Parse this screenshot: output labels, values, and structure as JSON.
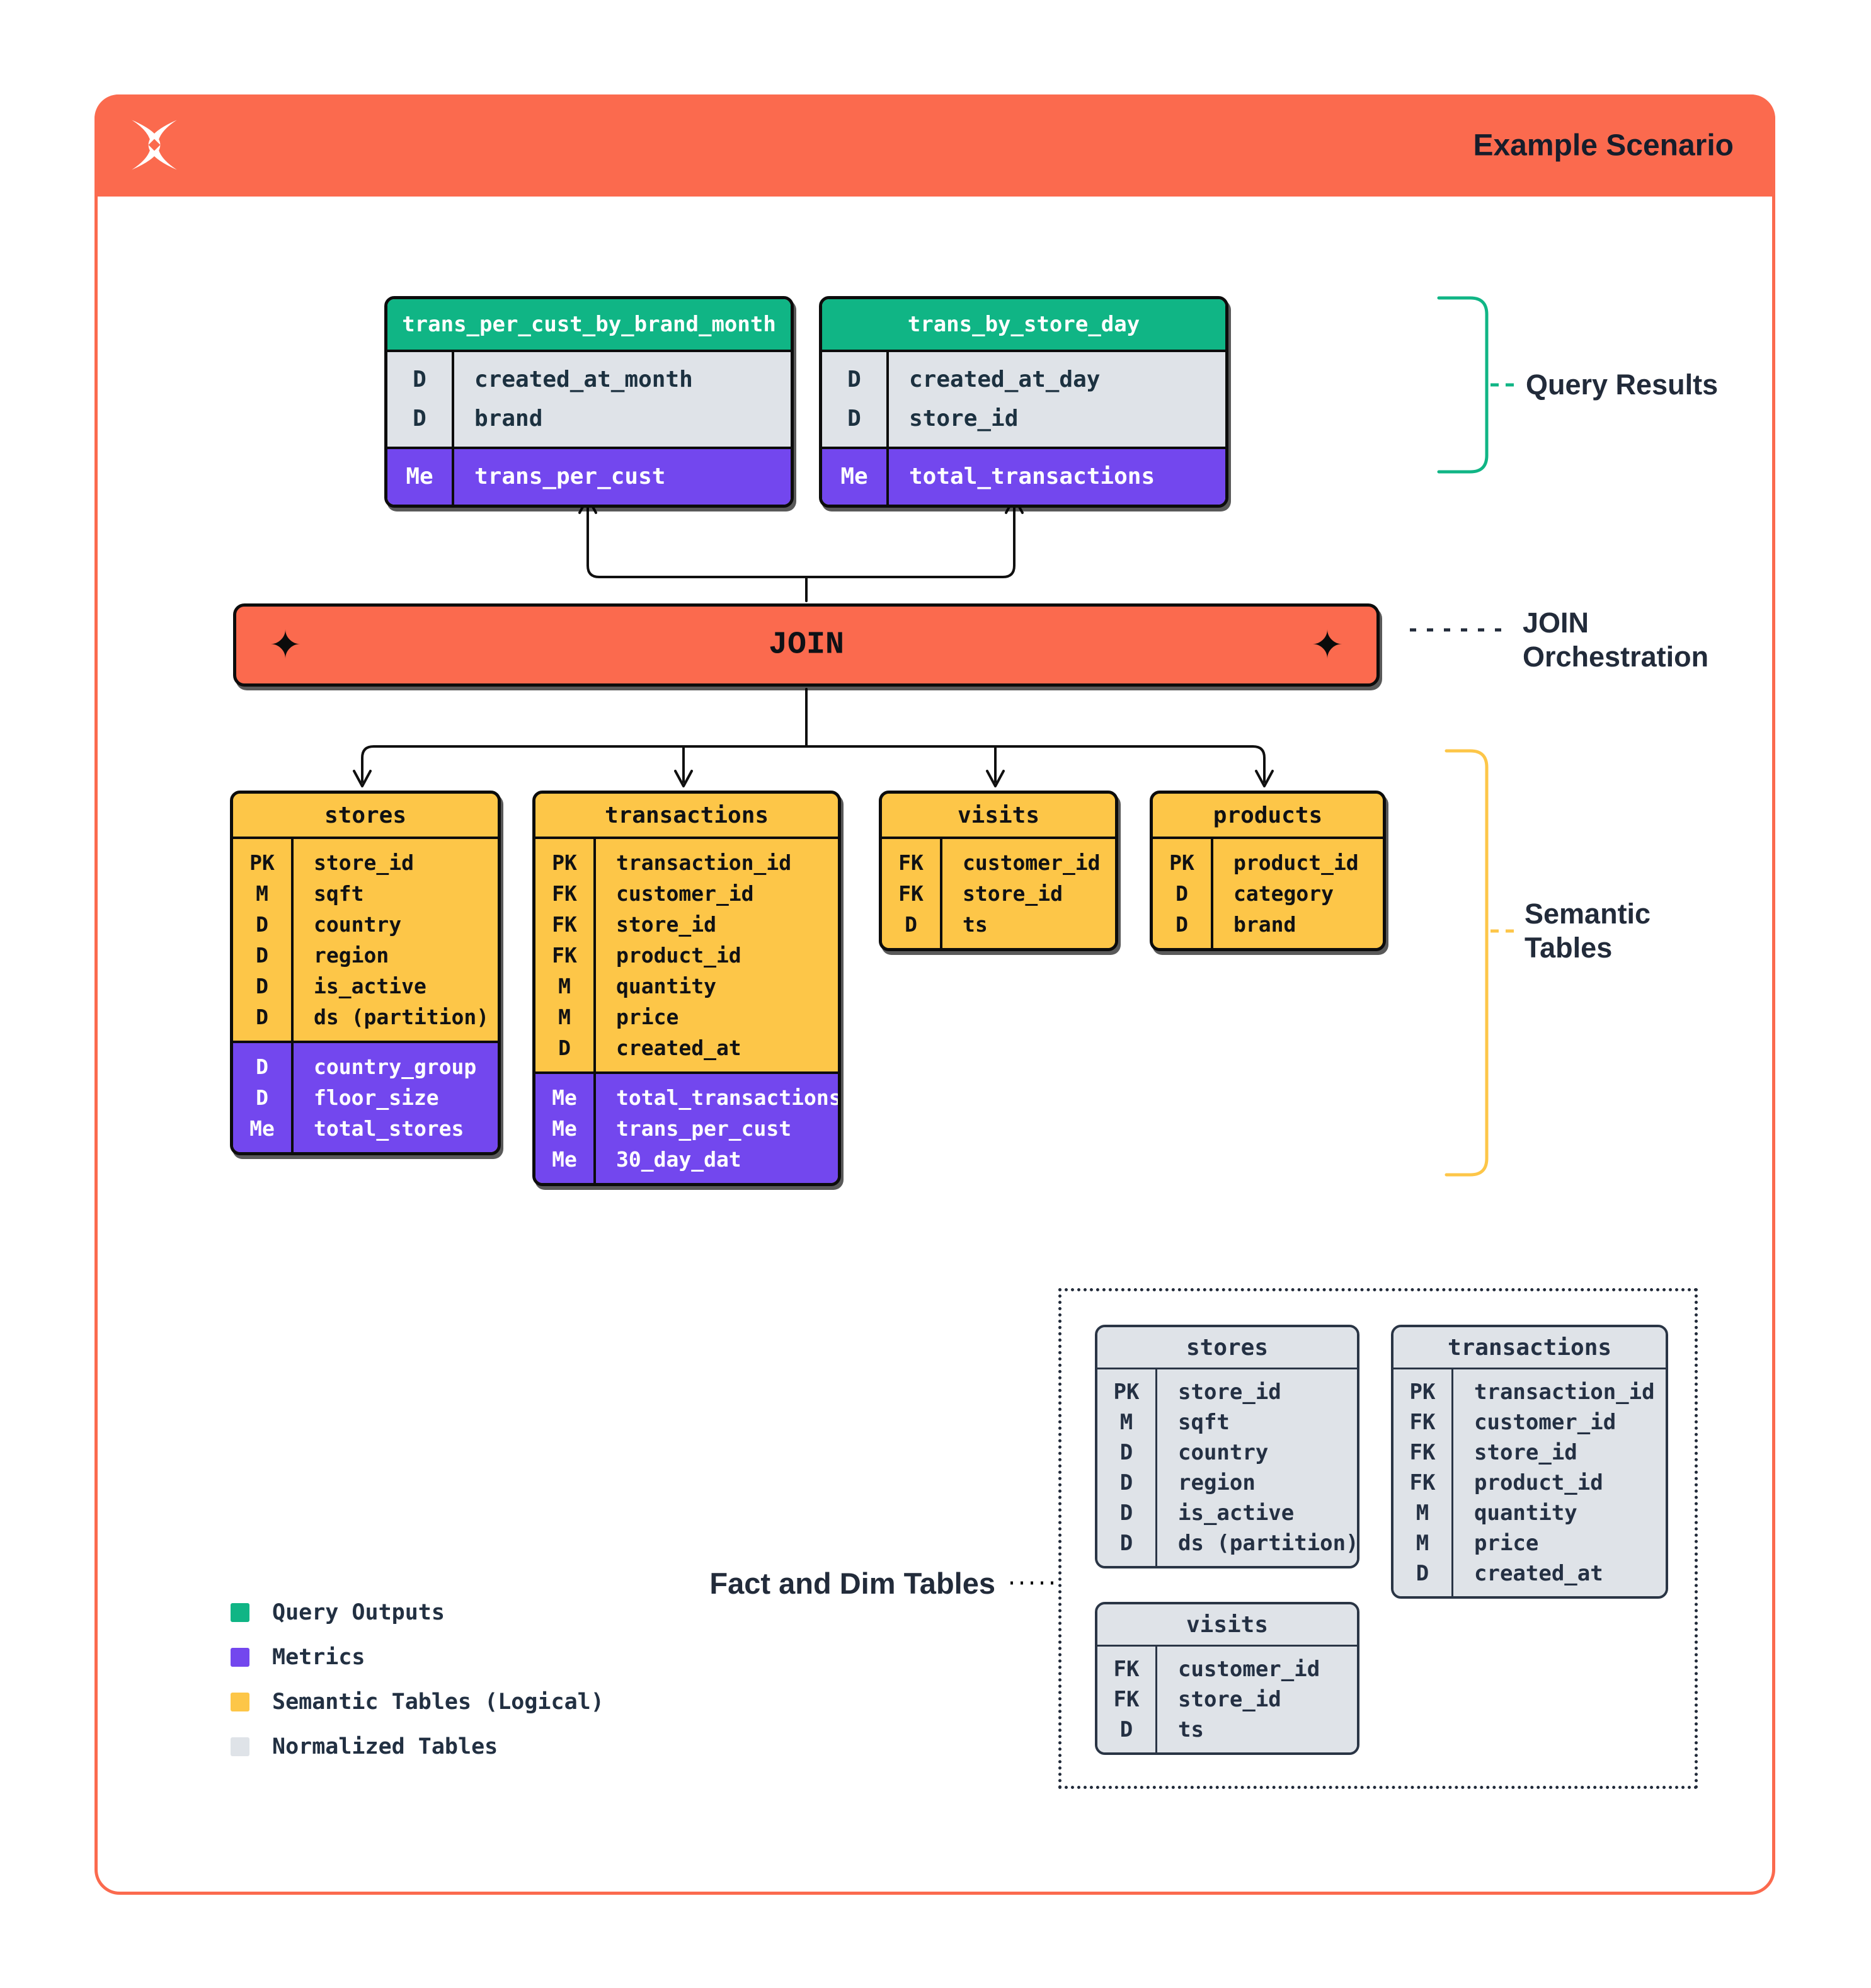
{
  "header": {
    "title": "Example Scenario"
  },
  "join": {
    "label": "JOIN",
    "diamond_icon": "✦"
  },
  "labels": {
    "query_results": "Query Results",
    "join_orchestration_line1": "JOIN",
    "join_orchestration_line2": "Orchestration",
    "semantic_tables_line1": "Semantic",
    "semantic_tables_line2": "Tables",
    "fact_dim": "Fact and Dim Tables"
  },
  "colors": {
    "orange": "#FB6A4E",
    "green": "#10B585",
    "purple": "#7347EE",
    "yellow": "#FDC648",
    "gray": "#DFE3E8",
    "dark_navy": "#222B3A"
  },
  "query_tables": [
    {
      "title": "trans_per_cust_by_brand_month",
      "dims": [
        {
          "key": "D",
          "name": "created_at_month"
        },
        {
          "key": "D",
          "name": "brand"
        }
      ],
      "metrics": [
        {
          "key": "Me",
          "name": "trans_per_cust"
        }
      ]
    },
    {
      "title": "trans_by_store_day",
      "dims": [
        {
          "key": "D",
          "name": "created_at_day"
        },
        {
          "key": "D",
          "name": "store_id"
        }
      ],
      "metrics": [
        {
          "key": "Me",
          "name": "total_transactions"
        }
      ]
    }
  ],
  "semantic_tables": [
    {
      "title": "stores",
      "dims": [
        {
          "key": "PK",
          "name": "store_id"
        },
        {
          "key": "M",
          "name": "sqft"
        },
        {
          "key": "D",
          "name": "country"
        },
        {
          "key": "D",
          "name": "region"
        },
        {
          "key": "D",
          "name": "is_active"
        },
        {
          "key": "D",
          "name": "ds (partition)"
        }
      ],
      "metrics": [
        {
          "key": "D",
          "name": "country_group"
        },
        {
          "key": "D",
          "name": "floor_size"
        },
        {
          "key": "Me",
          "name": "total_stores"
        }
      ]
    },
    {
      "title": "transactions",
      "dims": [
        {
          "key": "PK",
          "name": "transaction_id"
        },
        {
          "key": "FK",
          "name": "customer_id"
        },
        {
          "key": "FK",
          "name": "store_id"
        },
        {
          "key": "FK",
          "name": "product_id"
        },
        {
          "key": "M",
          "name": "quantity"
        },
        {
          "key": "M",
          "name": "price"
        },
        {
          "key": "D",
          "name": "created_at"
        }
      ],
      "metrics": [
        {
          "key": "Me",
          "name": "total_transactions"
        },
        {
          "key": "Me",
          "name": "trans_per_cust"
        },
        {
          "key": "Me",
          "name": "30_day_dat"
        }
      ]
    },
    {
      "title": "visits",
      "dims": [
        {
          "key": "FK",
          "name": "customer_id"
        },
        {
          "key": "FK",
          "name": "store_id"
        },
        {
          "key": "D",
          "name": "ts"
        }
      ],
      "metrics": []
    },
    {
      "title": "products",
      "dims": [
        {
          "key": "PK",
          "name": "product_id"
        },
        {
          "key": "D",
          "name": "category"
        },
        {
          "key": "D",
          "name": "brand"
        }
      ],
      "metrics": []
    }
  ],
  "normalized_tables": [
    {
      "title": "stores",
      "rows": [
        {
          "key": "PK",
          "name": "store_id"
        },
        {
          "key": "M",
          "name": "sqft"
        },
        {
          "key": "D",
          "name": "country"
        },
        {
          "key": "D",
          "name": "region"
        },
        {
          "key": "D",
          "name": "is_active"
        },
        {
          "key": "D",
          "name": "ds (partition)"
        }
      ]
    },
    {
      "title": "transactions",
      "rows": [
        {
          "key": "PK",
          "name": "transaction_id"
        },
        {
          "key": "FK",
          "name": "customer_id"
        },
        {
          "key": "FK",
          "name": "store_id"
        },
        {
          "key": "FK",
          "name": "product_id"
        },
        {
          "key": "M",
          "name": "quantity"
        },
        {
          "key": "M",
          "name": "price"
        },
        {
          "key": "D",
          "name": "created_at"
        }
      ]
    },
    {
      "title": "visits",
      "rows": [
        {
          "key": "FK",
          "name": "customer_id"
        },
        {
          "key": "FK",
          "name": "store_id"
        },
        {
          "key": "D",
          "name": "ts"
        }
      ]
    }
  ],
  "legend": [
    {
      "label": "Query Outputs",
      "color": "#10B585"
    },
    {
      "label": "Metrics",
      "color": "#7347EE"
    },
    {
      "label": "Semantic Tables (Logical)",
      "color": "#FDC648"
    },
    {
      "label": "Normalized Tables",
      "color": "#DFE3E8"
    }
  ]
}
